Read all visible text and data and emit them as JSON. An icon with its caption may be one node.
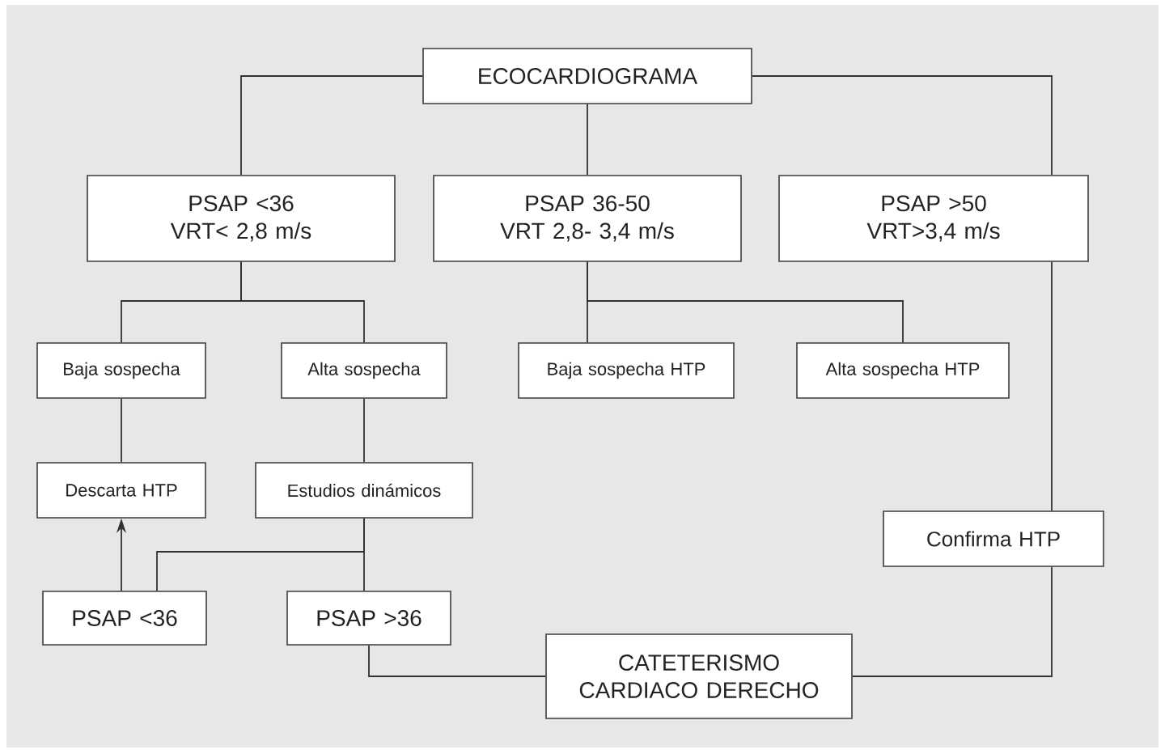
{
  "diagram": {
    "nodes": [
      {
        "text": [
          "ECOCARDIOGRAMA"
        ]
      },
      {
        "text": [
          "PSAP <36",
          "VRT< 2,8 m/s"
        ]
      },
      {
        "text": [
          "PSAP 36-50",
          "VRT 2,8- 3,4 m/s"
        ]
      },
      {
        "text": [
          "PSAP >50",
          "VRT>3,4 m/s"
        ]
      },
      {
        "text": [
          "Baja sospecha"
        ]
      },
      {
        "text": [
          "Alta sospecha"
        ]
      },
      {
        "text": [
          "Baja sospecha HTP"
        ]
      },
      {
        "text": [
          "Alta sospecha HTP"
        ]
      },
      {
        "text": [
          "Descarta HTP"
        ]
      },
      {
        "text": [
          "Estudios dinámicos"
        ]
      },
      {
        "text": [
          "Confirma HTP"
        ]
      },
      {
        "text": [
          "PSAP <36"
        ]
      },
      {
        "text": [
          "PSAP >36"
        ]
      },
      {
        "text": [
          "CATETERISMO CARDIACO DERECHO"
        ]
      }
    ],
    "edges": [
      {
        "from": 0,
        "to": 1,
        "arrow": "none"
      },
      {
        "from": 0,
        "to": 2,
        "arrow": "none"
      },
      {
        "from": 0,
        "to": 3,
        "arrow": "none"
      },
      {
        "from": 1,
        "to": 4,
        "arrow": "none"
      },
      {
        "from": 1,
        "to": 5,
        "arrow": "none"
      },
      {
        "from": 2,
        "to": 6,
        "arrow": "none"
      },
      {
        "from": 2,
        "to": 7,
        "arrow": "none"
      },
      {
        "from": 4,
        "to": 8,
        "arrow": "none"
      },
      {
        "from": 5,
        "to": 9,
        "arrow": "none"
      },
      {
        "from": 9,
        "to": 11,
        "arrow": "none"
      },
      {
        "from": 9,
        "to": 12,
        "arrow": "none"
      },
      {
        "from": 11,
        "to": 8,
        "arrow": "to"
      },
      {
        "from": 3,
        "to": 10,
        "arrow": "none"
      },
      {
        "from": 12,
        "to": 13,
        "arrow": "none"
      },
      {
        "from": 10,
        "to": 13,
        "arrow": "none"
      }
    ]
  }
}
